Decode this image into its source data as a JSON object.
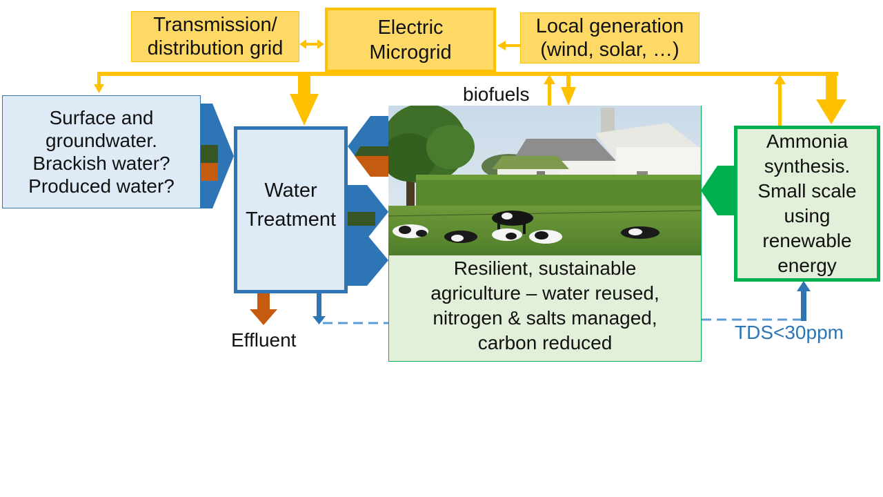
{
  "nodes": {
    "grid": {
      "lines": [
        "Transmission/",
        "distribution grid"
      ]
    },
    "microgrid": {
      "lines": [
        "Electric",
        "Microgrid"
      ]
    },
    "local_gen": {
      "lines": [
        "Local generation",
        "(wind, solar, …)"
      ]
    },
    "surface_water": {
      "lines": [
        "Surface and",
        "groundwater.",
        "Brackish water?",
        "Produced water?"
      ]
    },
    "water_treatment": {
      "lines": [
        "Water",
        "Treatment"
      ]
    },
    "agriculture": {
      "lines": [
        "Resilient, sustainable",
        "agriculture – water reused,",
        "nitrogen & salts managed,",
        "carbon reduced"
      ]
    },
    "ammonia": {
      "lines": [
        "Ammonia",
        "synthesis.",
        "Small scale",
        "using",
        "renewable",
        "energy"
      ]
    }
  },
  "labels": {
    "biofuels": "biofuels",
    "effluent": "Effluent",
    "tds": "TDS<30ppm"
  },
  "colors": {
    "energy": "#FFC000",
    "water_blue": "#2E75B6",
    "dashed_blue": "#5B9BD5",
    "green": "#00B050",
    "dark_green": "#375623",
    "orange": "#C55A11",
    "box_yellow_fill": "#FFD966",
    "box_blue_fill": "#DEEBF7",
    "box_green_fill": "#E2F0D9",
    "tds_text": "#2E75B6"
  }
}
